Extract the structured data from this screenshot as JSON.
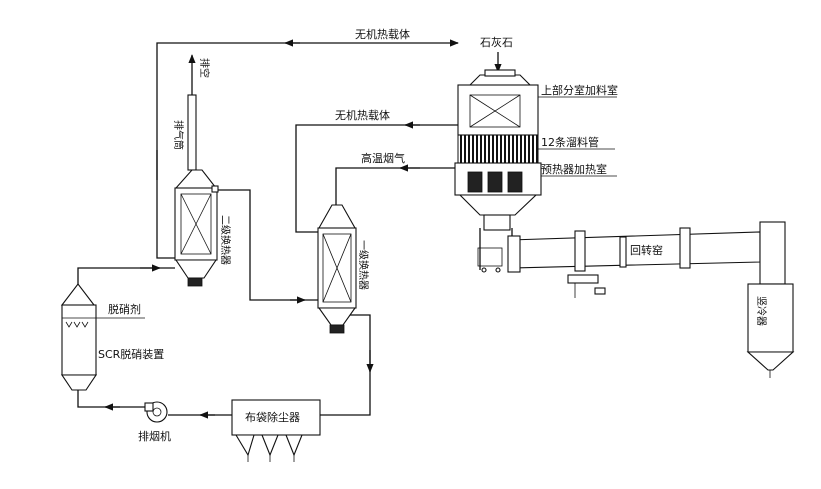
{
  "labels": {
    "inorganic_carrier_top": "无机热载体",
    "inorganic_carrier_mid": "无机热载体",
    "limestone": "石灰石",
    "upper_feed_chamber": "上部分室加料室",
    "chute_pipes": "12条溜料管",
    "preheater_heating_chamber": "预热器加热室",
    "high_temp_flue_gas": "高温烟气",
    "rotary_kiln": "回转窑",
    "vertical_cooler": "竖冷器",
    "exhaust": "排空",
    "exhaust_stack": "排气筒",
    "hx_secondary": "二级换热器",
    "hx_primary": "一级换热器",
    "denitration_agent": "脱硝剂",
    "scr_device": "SCR脱硝装置",
    "bag_filter": "布袋除尘器",
    "exhaust_fan": "排烟机"
  },
  "colors": {
    "line": "#111111",
    "background": "#ffffff"
  }
}
